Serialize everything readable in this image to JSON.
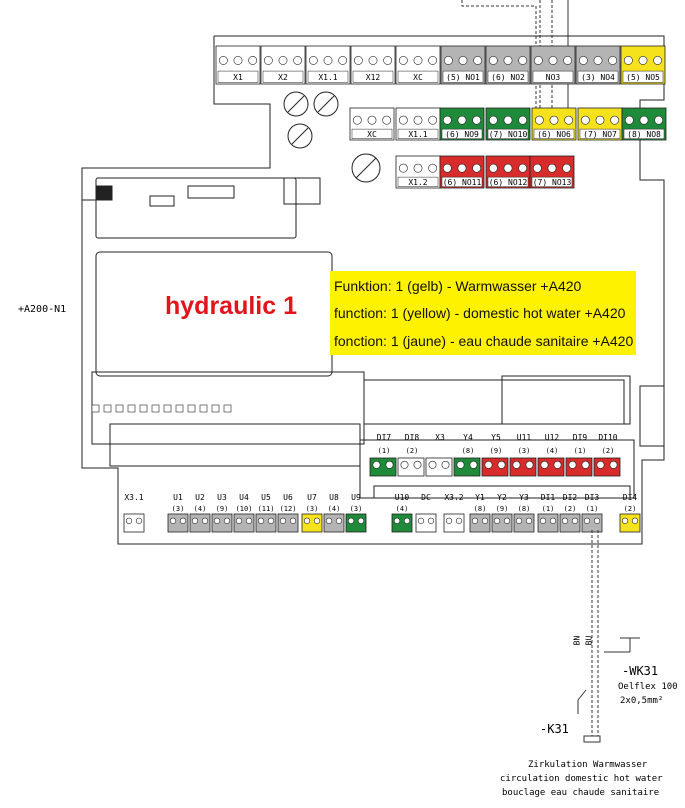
{
  "device": {
    "tag": "+A200-N1"
  },
  "module": {
    "name": "hydraulic 1"
  },
  "function_box": {
    "lines": [
      "Funktion: 1 (gelb) - Warmwasser +A420",
      "function: 1 (yellow) - domestic hot water +A420",
      "fonction: 1 (jaune) - eau chaude sanitaire +A420"
    ],
    "color": "#fff200"
  },
  "colors": {
    "gray": "#b4b4b4",
    "green": "#1e8a3a",
    "yellow": "#f5e21c",
    "red": "#d82b2b",
    "white": "#ffffff",
    "brand_red": "#e4141b"
  },
  "top_row": [
    {
      "label": "X1",
      "color": "white"
    },
    {
      "label": "X2",
      "color": "white"
    },
    {
      "label": "X1.1",
      "color": "white"
    },
    {
      "label": "X12",
      "color": "white"
    },
    {
      "label": "XC",
      "color": "white"
    },
    {
      "label": "(5) NO1",
      "color": "gray"
    },
    {
      "label": "(6) NO2",
      "color": "gray"
    },
    {
      "label": "NO3",
      "color": "gray"
    },
    {
      "label": "(3) NO4",
      "color": "gray"
    },
    {
      "label": "(5) NO5",
      "color": "yellow"
    }
  ],
  "row2": [
    {
      "label": "XC",
      "color": "white"
    },
    {
      "label": "X1.1",
      "color": "white"
    },
    {
      "label": "(6) NO9",
      "color": "green"
    },
    {
      "label": "(7) NO10",
      "color": "green"
    },
    {
      "label": "(6) NO6",
      "color": "yellow"
    },
    {
      "label": "(7) NO7",
      "color": "yellow"
    },
    {
      "label": "(8) NO8",
      "color": "green"
    }
  ],
  "row3": [
    {
      "label": "X1.2",
      "color": "white"
    },
    {
      "label": "(6) NO11",
      "color": "red"
    },
    {
      "label": "(6) NO12",
      "color": "red"
    },
    {
      "label": "(7) NO13",
      "color": "red"
    }
  ],
  "mid_row": [
    {
      "label": "DI7",
      "sub": "(1)",
      "color": "green"
    },
    {
      "label": "DI8",
      "sub": "(2)",
      "color": "white"
    },
    {
      "label": "X3",
      "sub": "",
      "color": "white"
    },
    {
      "label": "Y4",
      "sub": "(8)",
      "color": "green"
    },
    {
      "label": "Y5",
      "sub": "(9)",
      "color": "red"
    },
    {
      "label": "U11",
      "sub": "(3)",
      "color": "red"
    },
    {
      "label": "U12",
      "sub": "(4)",
      "color": "red"
    },
    {
      "label": "DI9",
      "sub": "(1)",
      "color": "red"
    },
    {
      "label": "DI10",
      "sub": "(2)",
      "color": "red"
    }
  ],
  "bottom_row": [
    {
      "label": "X3.1",
      "sub": "",
      "color": "white"
    },
    {
      "label": "U1",
      "sub": "(3)",
      "color": "gray"
    },
    {
      "label": "U2",
      "sub": "(4)",
      "color": "gray"
    },
    {
      "label": "U3",
      "sub": "(9)",
      "color": "gray"
    },
    {
      "label": "U4",
      "sub": "(10)",
      "color": "gray"
    },
    {
      "label": "U5",
      "sub": "(11)",
      "color": "gray"
    },
    {
      "label": "U6",
      "sub": "(12)",
      "color": "gray"
    },
    {
      "label": "U7",
      "sub": "(3)",
      "color": "yellow"
    },
    {
      "label": "U8",
      "sub": "(4)",
      "color": "gray"
    },
    {
      "label": "U9",
      "sub": "(3)",
      "color": "green"
    },
    {
      "label": "U10",
      "sub": "(4)",
      "color": "green"
    },
    {
      "label": "DC",
      "sub": "",
      "color": "white"
    },
    {
      "label": "X3.2",
      "sub": "",
      "color": "white"
    },
    {
      "label": "Y1",
      "sub": "(8)",
      "color": "gray"
    },
    {
      "label": "Y2",
      "sub": "(9)",
      "color": "gray"
    },
    {
      "label": "Y3",
      "sub": "(8)",
      "color": "gray"
    },
    {
      "label": "DI1",
      "sub": "(1)",
      "color": "gray"
    },
    {
      "label": "DI2",
      "sub": "(2)",
      "color": "gray"
    },
    {
      "label": "DI3",
      "sub": "(1)",
      "color": "gray"
    },
    {
      "label": "DI4",
      "sub": "(2)",
      "color": "yellow"
    }
  ],
  "external": {
    "cable_tag": "-WK31",
    "cable_type": "Oelflex 100",
    "cable_size": "2x0,5mm²",
    "contact_tag": "-K31",
    "wire_bn": "BN",
    "wire_bu": "BU",
    "description": [
      "Zirkulation Warmwasser",
      "circulation domestic hot water",
      "bouclage eau chaude sanitaire"
    ]
  }
}
